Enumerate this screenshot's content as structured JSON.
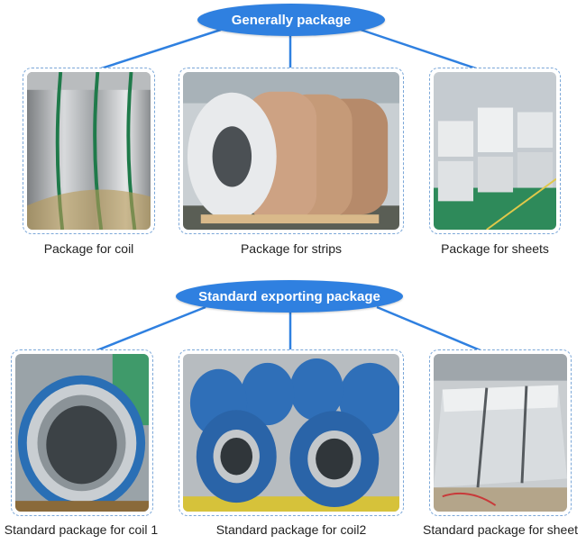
{
  "sections": [
    {
      "title": "Generally package",
      "items": [
        {
          "caption": "Package for coil",
          "icon": "steel-coil-photo"
        },
        {
          "caption": "Package for strips",
          "icon": "wrapped-strips-photo"
        },
        {
          "caption": "Package for sheets",
          "icon": "sheet-pallets-photo"
        }
      ]
    },
    {
      "title": "Standard exporting package",
      "items": [
        {
          "caption": "Standard package for coil 1",
          "icon": "export-coil-photo"
        },
        {
          "caption": "Standard package for coil2",
          "icon": "blue-wrapped-coils-photo"
        },
        {
          "caption": "Standard package for sheet",
          "icon": "strapped-sheet-stack-photo"
        }
      ]
    }
  ],
  "colors": {
    "accent": "#2f80e0",
    "frame": "#7ba7d8"
  }
}
